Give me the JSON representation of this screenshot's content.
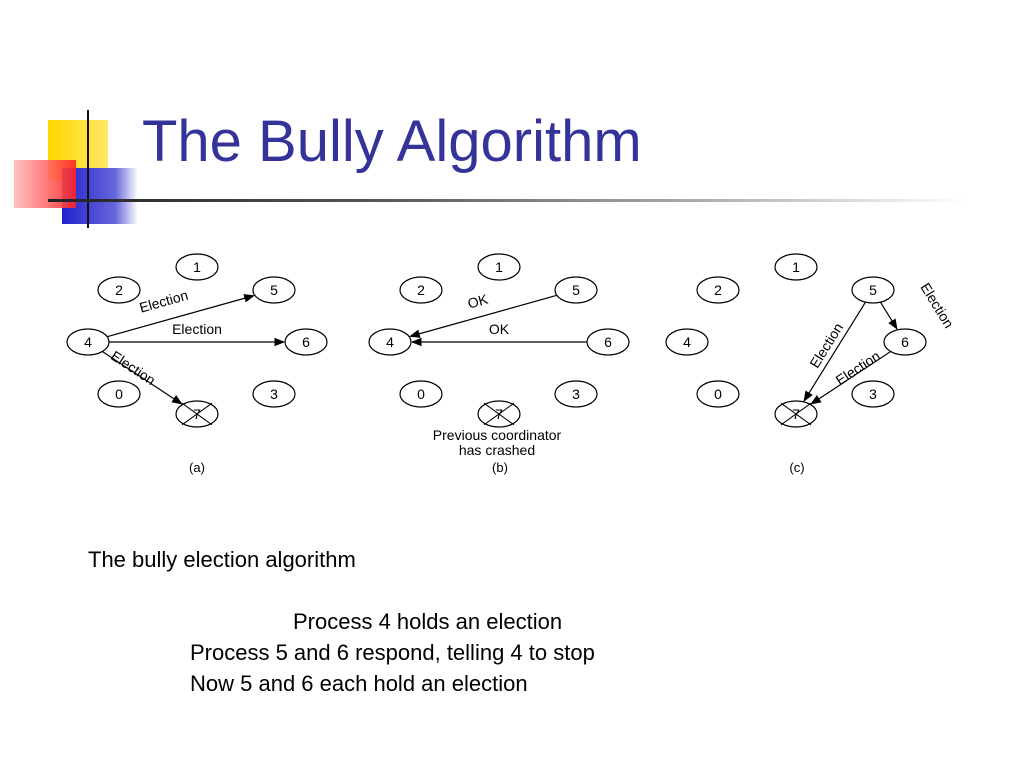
{
  "slide": {
    "title": "The Bully Algorithm",
    "caption": "The bully election algorithm",
    "bullets": [
      "Process 4 holds an election",
      "Process 5 and 6 respond, telling 4 to stop",
      "Now 5 and 6 each hold an election"
    ]
  },
  "diagram": {
    "panels": [
      {
        "label": "(a)",
        "nodes": [
          "1",
          "2",
          "5",
          "4",
          "6",
          "0",
          "3",
          "7"
        ],
        "crashed": [
          "7"
        ],
        "edges": [
          {
            "from": "4",
            "to": "5",
            "label": "Election"
          },
          {
            "from": "4",
            "to": "6",
            "label": "Election"
          },
          {
            "from": "4",
            "to": "7",
            "label": "Election"
          }
        ]
      },
      {
        "label": "(b)",
        "nodes": [
          "1",
          "2",
          "5",
          "4",
          "6",
          "0",
          "3",
          "7"
        ],
        "crashed": [
          "7"
        ],
        "edges": [
          {
            "from": "5",
            "to": "4",
            "label": "OK"
          },
          {
            "from": "6",
            "to": "4",
            "label": "OK"
          }
        ],
        "note": [
          "Previous coordinator",
          "has crashed"
        ]
      },
      {
        "label": "(c)",
        "nodes": [
          "1",
          "2",
          "5",
          "4",
          "6",
          "0",
          "3",
          "7"
        ],
        "crashed": [
          "7"
        ],
        "edges": [
          {
            "from": "5",
            "to": "6",
            "label": "Election"
          },
          {
            "from": "5",
            "to": "7",
            "label": "Election"
          },
          {
            "from": "6",
            "to": "7",
            "label": "Election"
          }
        ]
      }
    ]
  },
  "colors": {
    "title": "#333399",
    "deco_yellow": "#ffd700",
    "deco_blue": "#3333cc",
    "deco_red": "#ff3333"
  }
}
